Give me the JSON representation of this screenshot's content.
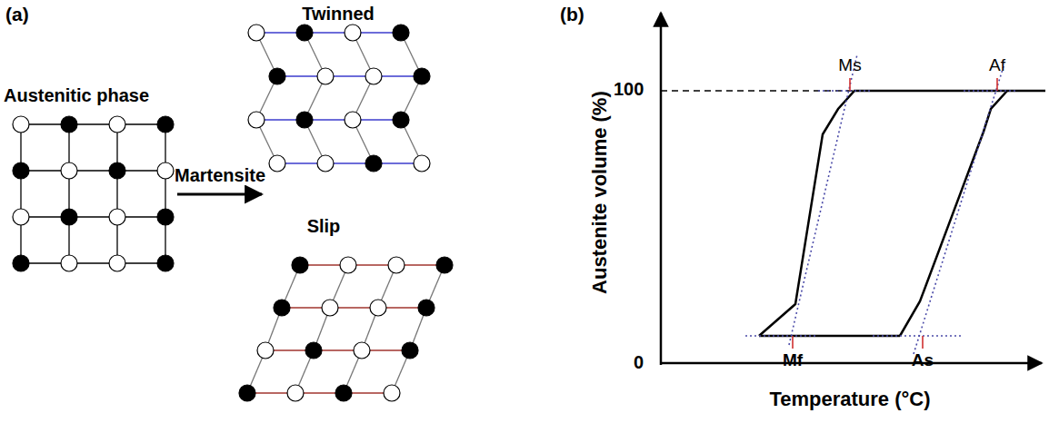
{
  "diagram": {
    "labels": [
      "(a)",
      "Twinned",
      "Austenitic phase",
      "Martensite",
      "Slip",
      "(b)",
      "Ms",
      "Af",
      "100",
      "Austenite volume (%)",
      "0",
      "Mf",
      "As",
      "Temperature (°C)"
    ]
  }
}
